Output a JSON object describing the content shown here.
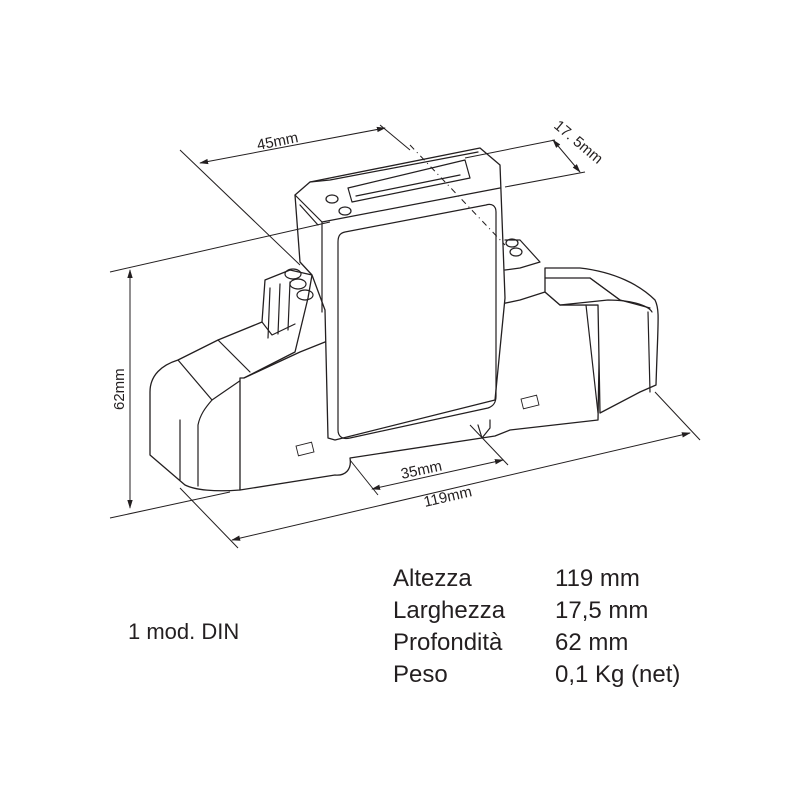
{
  "drawing": {
    "dimensions": {
      "width_top": "45mm",
      "depth_top": "17. 5mm",
      "height_side": "62mm",
      "rail_width": "35mm",
      "total_length": "119mm"
    }
  },
  "module_label": "1 mod. DIN",
  "specs": [
    {
      "label": "Altezza",
      "value": "119 mm"
    },
    {
      "label": "Larghezza",
      "value": "17,5 mm"
    },
    {
      "label": "Profondità",
      "value": "62 mm"
    },
    {
      "label": "Peso",
      "value": "0,1 Kg (net)"
    }
  ],
  "colors": {
    "line": "#231f20",
    "background": "#ffffff"
  }
}
